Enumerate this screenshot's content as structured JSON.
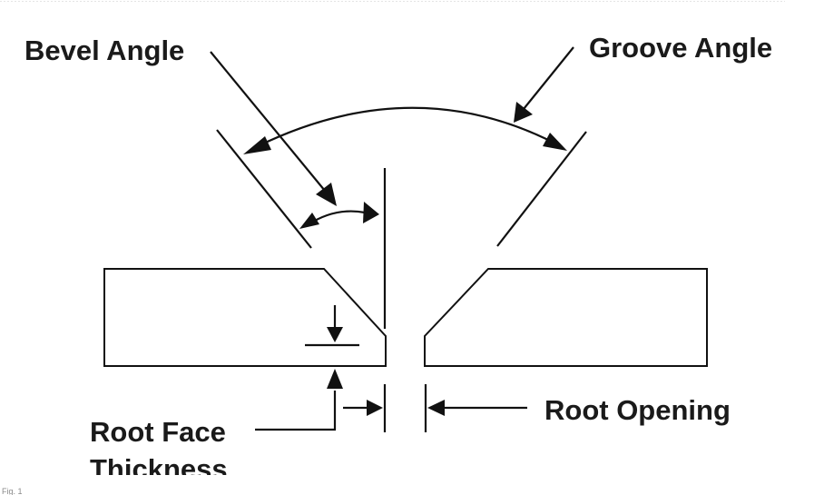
{
  "labels": {
    "bevel_angle": "Bevel Angle",
    "groove_angle": "Groove Angle",
    "root_opening": "Root Opening",
    "root_face_line1": "Root Face",
    "root_face_line2": "Thickness"
  },
  "caption": "Fig. 1"
}
